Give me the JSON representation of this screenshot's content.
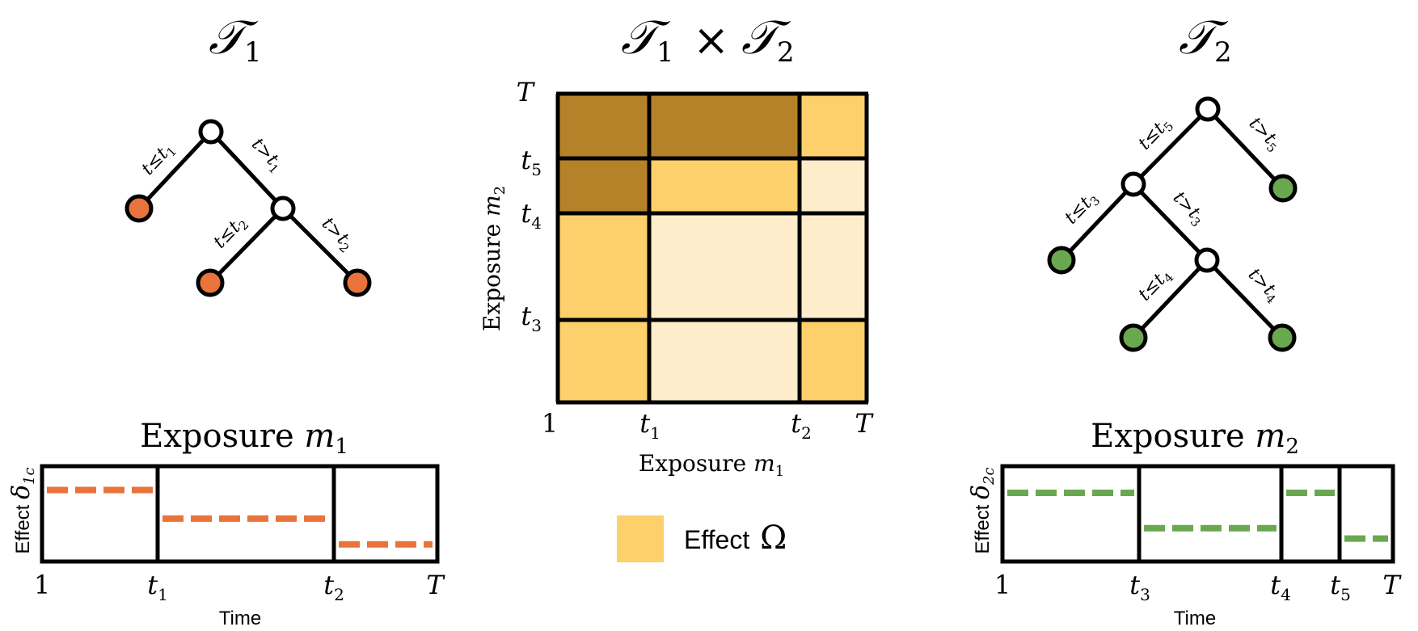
{
  "titles": {
    "tree1": "𝒯",
    "tree1_sub": "1",
    "product_main": "𝒯",
    "product_sub1": "1",
    "product_times": "×",
    "product_main2": "𝒯",
    "product_sub2": "2",
    "tree2": "𝒯",
    "tree2_sub": "2"
  },
  "tree1": {
    "edges": [
      {
        "t": "t",
        "op": "≤",
        "thr": "t",
        "sub": "1"
      },
      {
        "t": "t",
        "op": ">",
        "thr": "t",
        "sub": "1"
      },
      {
        "t": "t",
        "op": "≤",
        "thr": "t",
        "sub": "2"
      },
      {
        "t": "t",
        "op": ">",
        "thr": "t",
        "sub": "2"
      }
    ],
    "leaf_color": "#e8743b"
  },
  "tree2": {
    "edges": [
      {
        "t": "t",
        "op": "≤",
        "thr": "t",
        "sub": "5"
      },
      {
        "t": "t",
        "op": ">",
        "thr": "t",
        "sub": "5"
      },
      {
        "t": "t",
        "op": "≤",
        "thr": "t",
        "sub": "3"
      },
      {
        "t": "t",
        "op": ">",
        "thr": "t",
        "sub": "3"
      },
      {
        "t": "t",
        "op": "≤",
        "thr": "t",
        "sub": "4"
      },
      {
        "t": "t",
        "op": ">",
        "thr": "t",
        "sub": "4"
      }
    ],
    "leaf_color": "#6aa84f"
  },
  "heatmap": {
    "ylabel_text": "Exposure ",
    "ylabel_var": "m",
    "ylabel_sub": "2",
    "xlabel_text": "Exposure ",
    "xlabel_var": "m",
    "xlabel_sub": "1",
    "y_ticks": [
      {
        "main": "T",
        "sub": ""
      },
      {
        "main": "t",
        "sub": "5"
      },
      {
        "main": "t",
        "sub": "4"
      },
      {
        "main": "t",
        "sub": "3"
      }
    ],
    "x_ticks": [
      {
        "main": "1",
        "sub": ""
      },
      {
        "main": "t",
        "sub": "1"
      },
      {
        "main": "t",
        "sub": "2"
      },
      {
        "main": "T",
        "sub": ""
      }
    ],
    "colors": {
      "dark": "#b5822a",
      "mid": "#fdd06c",
      "light": "#feeccb"
    },
    "cells": [
      [
        "dark",
        "dark",
        "mid"
      ],
      [
        "dark",
        "mid",
        "light"
      ],
      [
        "mid",
        "light",
        "light"
      ],
      [
        "mid",
        "light",
        "mid"
      ]
    ]
  },
  "legend": {
    "label": "Effect ",
    "symbol": "Ω",
    "color": "#fdd06c"
  },
  "plot1": {
    "title_text": "Exposure ",
    "title_var": "m",
    "title_sub": "1",
    "ylabel_text": "Effect ",
    "ylabel_var": "δ",
    "ylabel_sub": "1c",
    "xlabel": "Time",
    "x_ticks": [
      {
        "main": "1",
        "sub": ""
      },
      {
        "main": "t",
        "sub": "1"
      },
      {
        "main": "t",
        "sub": "2"
      },
      {
        "main": "T",
        "sub": ""
      }
    ],
    "color": "#e8743b",
    "effect_levels": [
      0.75,
      0.45,
      0.18
    ]
  },
  "plot2": {
    "title_text": "Exposure ",
    "title_var": "m",
    "title_sub": "2",
    "ylabel_text": "Effect ",
    "ylabel_var": "δ",
    "ylabel_sub": "2c",
    "xlabel": "Time",
    "x_ticks": [
      {
        "main": "1",
        "sub": ""
      },
      {
        "main": "t",
        "sub": "3"
      },
      {
        "main": "t",
        "sub": "4"
      },
      {
        "main": "t",
        "sub": "5"
      },
      {
        "main": "T",
        "sub": ""
      }
    ],
    "color": "#6aa84f",
    "effect_levels": [
      0.72,
      0.35,
      0.72,
      0.24
    ]
  }
}
